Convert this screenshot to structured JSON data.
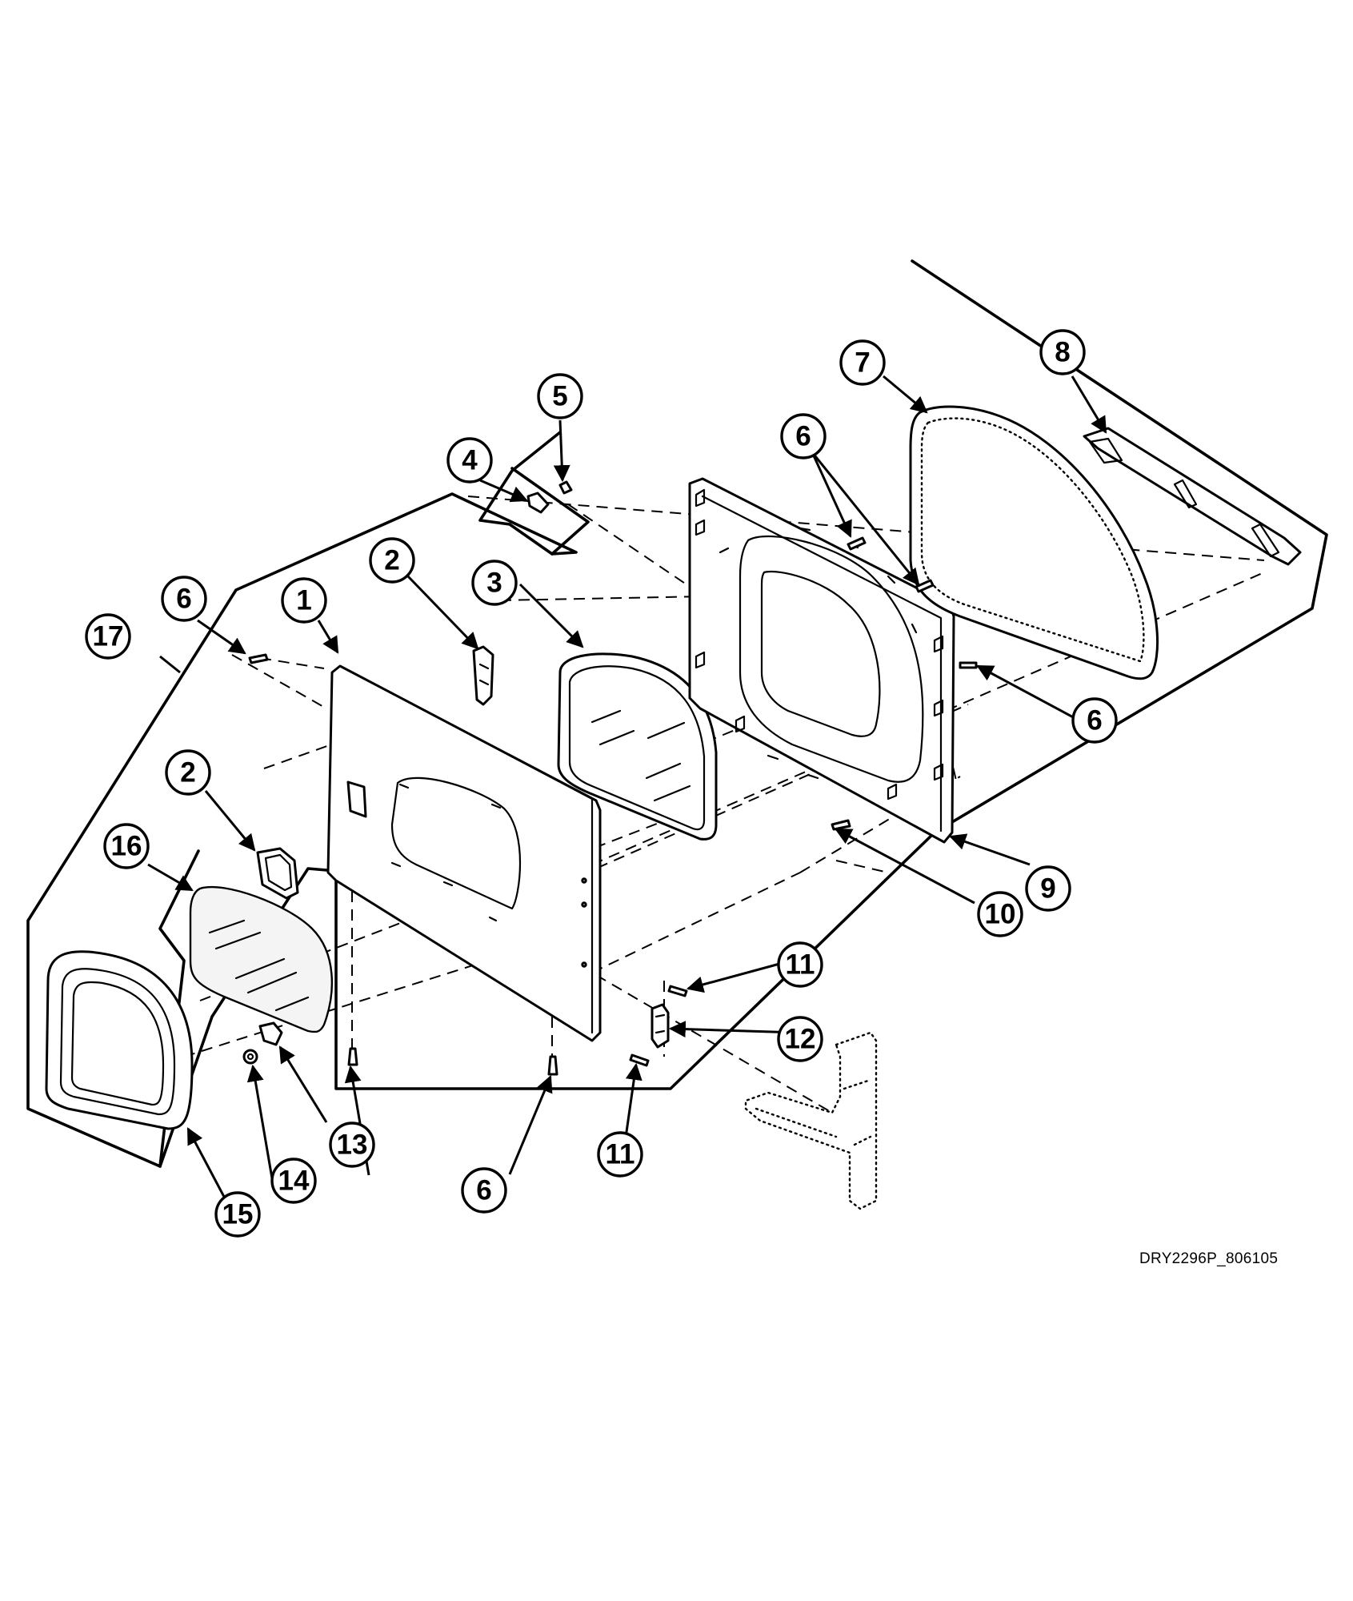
{
  "callouts": [
    {
      "id": "1",
      "label": "1"
    },
    {
      "id": "2a",
      "label": "2"
    },
    {
      "id": "2b",
      "label": "2"
    },
    {
      "id": "3",
      "label": "3"
    },
    {
      "id": "4",
      "label": "4"
    },
    {
      "id": "5",
      "label": "5"
    },
    {
      "id": "6a",
      "label": "6"
    },
    {
      "id": "6b",
      "label": "6"
    },
    {
      "id": "6c",
      "label": "6"
    },
    {
      "id": "6d",
      "label": "6"
    },
    {
      "id": "7",
      "label": "7"
    },
    {
      "id": "8",
      "label": "8"
    },
    {
      "id": "9",
      "label": "9"
    },
    {
      "id": "10",
      "label": "10"
    },
    {
      "id": "11a",
      "label": "11"
    },
    {
      "id": "11b",
      "label": "11"
    },
    {
      "id": "12",
      "label": "12"
    },
    {
      "id": "13",
      "label": "13"
    },
    {
      "id": "14",
      "label": "14"
    },
    {
      "id": "15",
      "label": "15"
    },
    {
      "id": "16",
      "label": "16"
    },
    {
      "id": "17",
      "label": "17"
    }
  ],
  "drawing_code": "DRY2296P_806105"
}
